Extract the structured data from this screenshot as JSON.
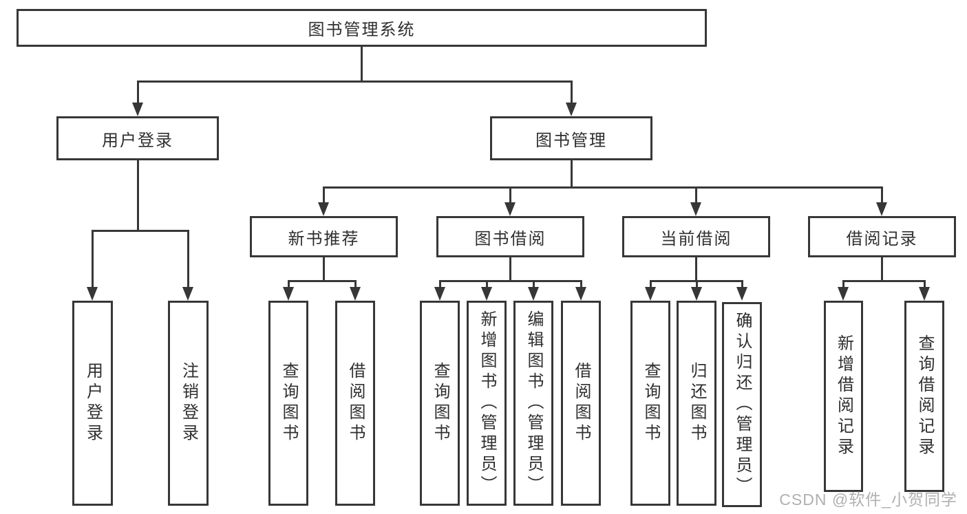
{
  "diagram": {
    "root_label": "图书管理系统",
    "level2": [
      "用户登录",
      "图书管理"
    ],
    "level3": [
      "新书推荐",
      "图书借阅",
      "当前借阅",
      "借阅记录"
    ],
    "leaves": {
      "user_login": [
        "用户登录",
        "注销登录"
      ],
      "new_book_recommend": [
        "查询图书",
        "借阅图书"
      ],
      "book_borrow": [
        "查询图书",
        "新增图书（管理员）",
        "编辑图书（管理员）",
        "借阅图书"
      ],
      "current_borrow": [
        "查询图书",
        "归还图书",
        "确认归还（管理员）"
      ],
      "borrow_records": [
        "新增借阅记录",
        "查询借阅记录"
      ]
    }
  },
  "watermark": {
    "text": "CSDN @软件_小贺同学"
  },
  "colors": {
    "line": "#373737",
    "text": "#2f2f2f",
    "background": "#ffffff",
    "watermark": "#b0b0b0"
  }
}
